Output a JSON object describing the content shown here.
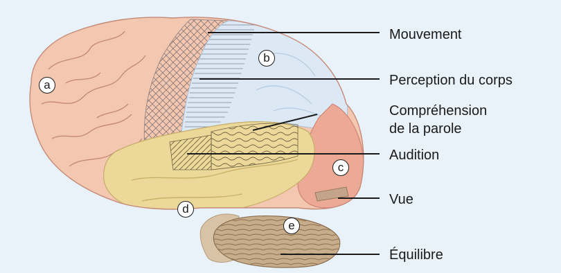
{
  "colors": {
    "background": "#e9f2f9",
    "frontal": "#f4c7b0",
    "parietal": "#dce9f5",
    "temporal": "#ecd99a",
    "occipital": "#eba996",
    "cerebellum": "#c7ad8a",
    "brainstem": "#d9c3a6",
    "line": "#1a1a1a"
  },
  "regions": [
    {
      "id": "a",
      "lobe": "frontal"
    },
    {
      "id": "b",
      "lobe": "parietal"
    },
    {
      "id": "c",
      "lobe": "occipital"
    },
    {
      "id": "d",
      "lobe": "temporal"
    },
    {
      "id": "e",
      "lobe": "cerebellum"
    }
  ],
  "functions": [
    {
      "label": "Mouvement"
    },
    {
      "label": "Perception du corps"
    },
    {
      "label_line1": "Compréhension",
      "label_line2": "de la parole"
    },
    {
      "label": "Audition"
    },
    {
      "label": "Vue"
    },
    {
      "label": "Équilibre"
    }
  ]
}
